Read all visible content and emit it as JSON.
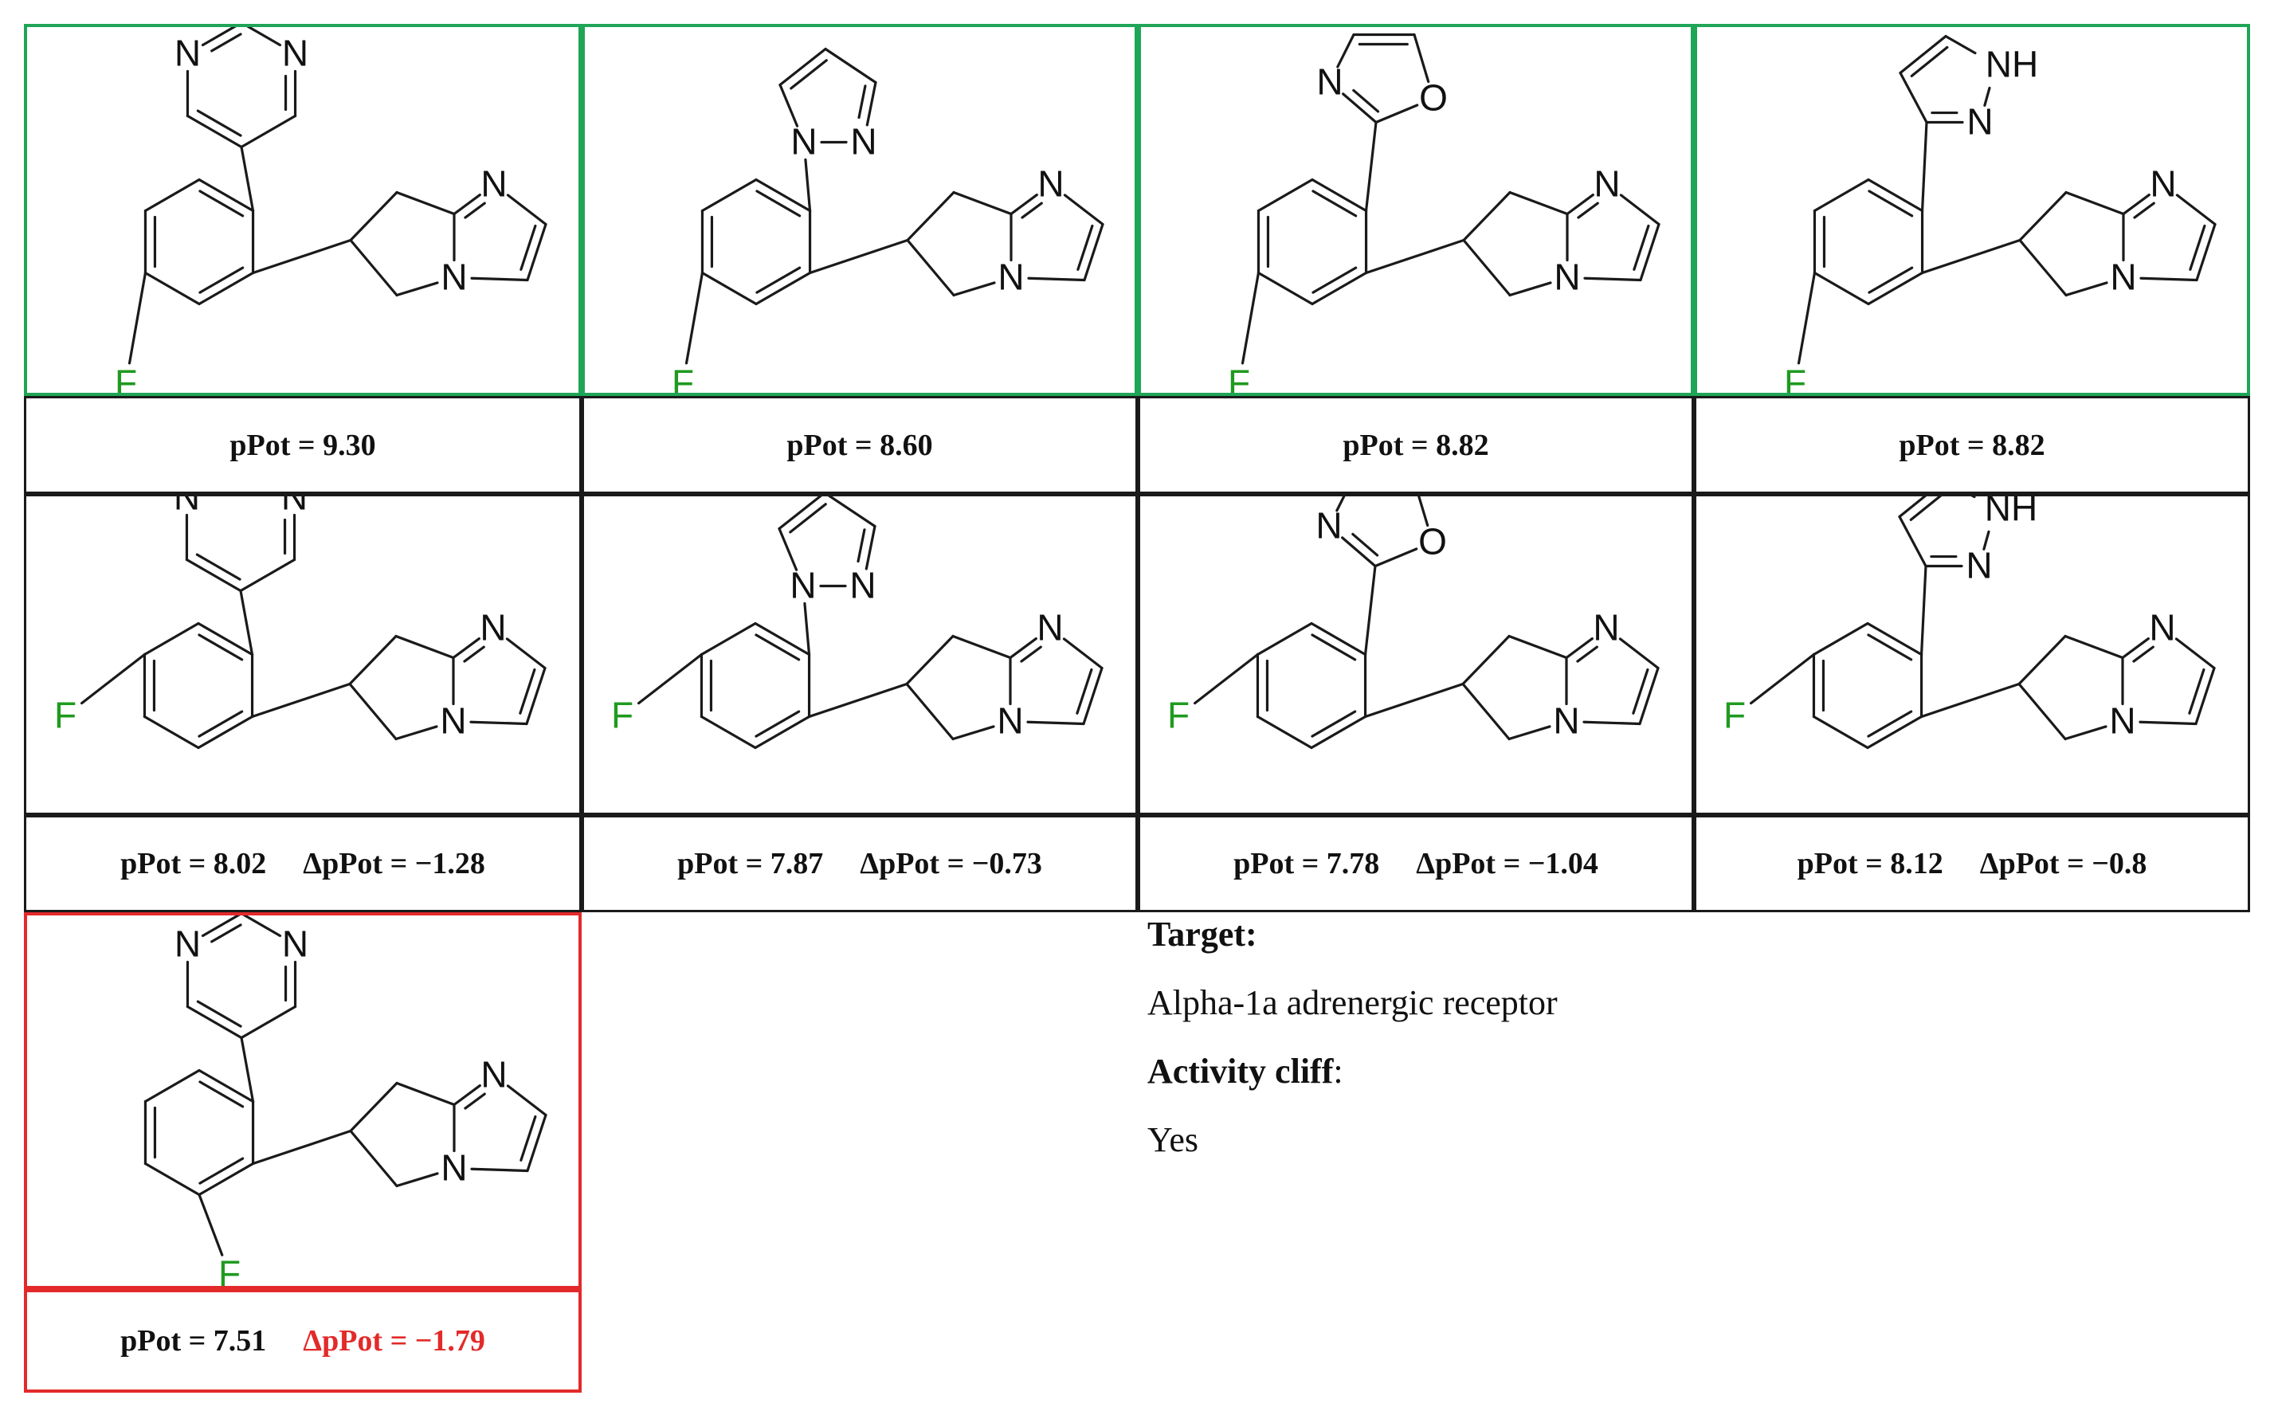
{
  "atoms": {
    "N": "N",
    "O": "O",
    "NH": "NH",
    "F": "F"
  },
  "compounds": [
    {
      "id": "c1",
      "ring": "pyrimidine",
      "f_position": "para",
      "pPot": "pPot = 9.30",
      "dpPot": "",
      "frame": "green"
    },
    {
      "id": "c2",
      "ring": "pyrazol-1-yl",
      "f_position": "para",
      "pPot": "pPot = 8.60",
      "dpPot": "",
      "frame": "green"
    },
    {
      "id": "c3",
      "ring": "oxazole",
      "f_position": "para",
      "pPot": "pPot = 8.82",
      "dpPot": "",
      "frame": "green"
    },
    {
      "id": "c4",
      "ring": "pyrazol-3-yl",
      "f_position": "para",
      "pPot": "pPot = 8.82",
      "dpPot": "",
      "frame": "green"
    },
    {
      "id": "c5",
      "ring": "pyrimidine",
      "f_position": "meta",
      "pPot": "pPot = 8.02",
      "dpPot": "ΔpPot = −1.28",
      "frame": "black"
    },
    {
      "id": "c6",
      "ring": "pyrazol-1-yl",
      "f_position": "meta",
      "pPot": "pPot = 7.87",
      "dpPot": "ΔpPot = −0.73",
      "frame": "black"
    },
    {
      "id": "c7",
      "ring": "oxazole",
      "f_position": "meta",
      "pPot": "pPot = 7.78",
      "dpPot": "ΔpPot = −1.04",
      "frame": "black"
    },
    {
      "id": "c8",
      "ring": "pyrazol-3-yl",
      "f_position": "meta",
      "pPot": "pPot = 8.12",
      "dpPot": "ΔpPot = −0.8",
      "frame": "black"
    },
    {
      "id": "c9",
      "ring": "pyrimidine",
      "f_position": "ortho",
      "pPot": "pPot = 7.51",
      "dpPot": "ΔpPot = −1.79",
      "frame": "red"
    }
  ],
  "target_heading": "Target:",
  "target_value": "Alpha-1a adrenergic receptor",
  "cliff_heading": "Activity cliff",
  "cliff_colon": ":",
  "cliff_value": "Yes",
  "colors": {
    "green": "#1fa556",
    "red": "#e32a2a",
    "fluorine": "#1f9a1f",
    "line": "#1a1a1a"
  }
}
